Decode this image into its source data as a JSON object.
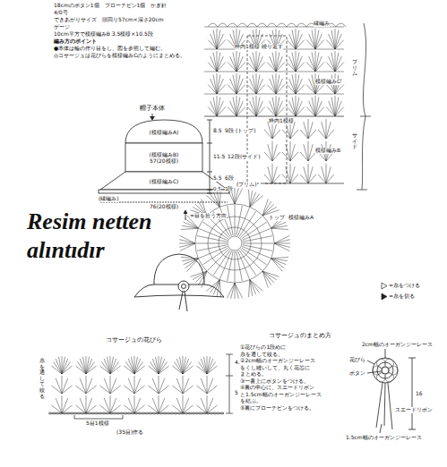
{
  "diagram": {
    "nodes": [
      {
        "text": [
          "(模様編みA)"
        ]
      },
      {
        "text": [
          "(模様編みB)",
          "57(20模様)"
        ]
      },
      {
        "text": [
          "(模様編みC)"
        ]
      }
    ],
    "labels": [
      "18cmのボタン1個　ブローチピン1個　かぎ針",
      "4/0号",
      "できあがりサイズ　頭回り57cm×深さ20cm",
      "ゲージ",
      "10cm平方で模様編みB 3.5模様×10.5段",
      "編み方のポイント",
      "●本体は輪の作り目をし、図を参照して編む。",
      "◎コサージュは花びらを模様編みCのようにまとめる。",
      "帽子本体",
      "8.5",
      "9段",
      "(トップ)",
      "11.5",
      "12段",
      "(サイド)",
      "5.5",
      "6段",
      "(ブリム)",
      "0.5",
      "1段",
      "(縁編み)",
      "76(20模様)",
      "=目を拾う方向",
      "Resim netten",
      "alıntıdır",
      "枠内1模様 繰り返す",
      "縁編み",
      "模様編みC",
      "模様編みB",
      "枠内1模様",
      "トップ",
      "模様編みA",
      "ブリム",
      "サイド",
      "コサージュの花びら",
      "糸を通して絞る",
      "4.5",
      "5",
      "5目1模様",
      "(35目)作る",
      "コサージュのまとめ方",
      "①花びらの1段めに",
      "糸を通して絞る。",
      "②2cm幅のオーガンジーレース",
      "をくし縫いして、丸く花芯に",
      "まとめる。",
      "③一番上にボタンをつける。",
      "④裏の中心に、スエードリボン",
      "と1.5cm幅のオーガンジーレース",
      "を結ぶ。",
      "⑤裏にブローチピンをつける。",
      "2cm幅のオーガンジーレース",
      "花びら",
      "ボタン",
      "16",
      "スエードリボン",
      "1.5cm幅のオーガンジーレース"
    ],
    "legend": [
      {
        "text": "=糸をつける"
      },
      {
        "text": "=糸を切る"
      }
    ]
  }
}
